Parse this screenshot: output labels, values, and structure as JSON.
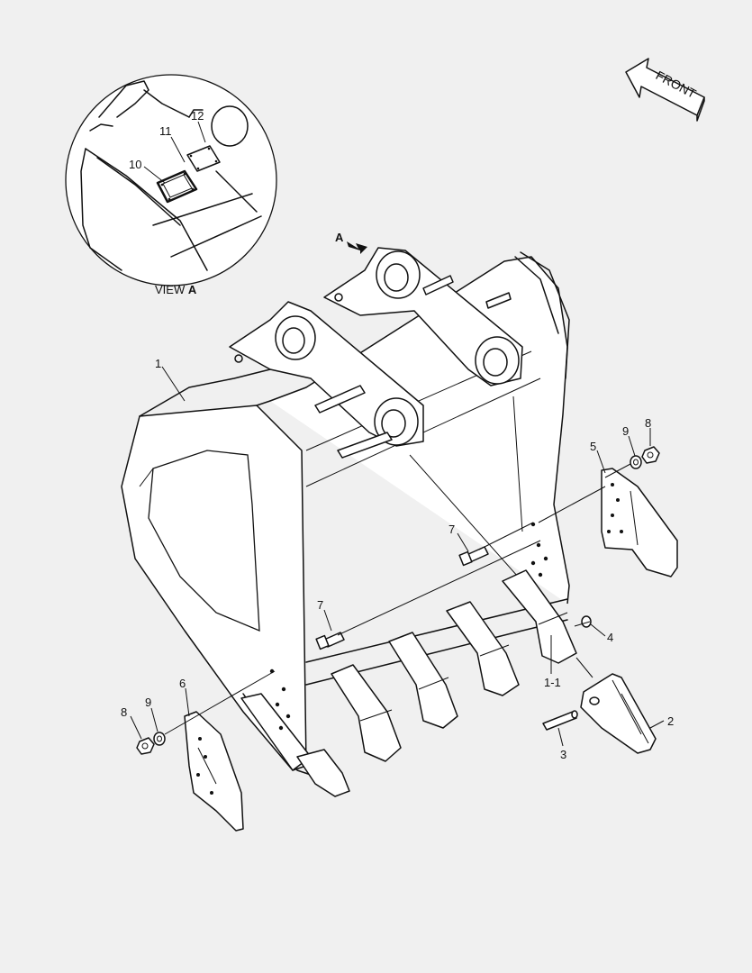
{
  "view_label": {
    "prefix": "VIEW ",
    "letter": "A"
  },
  "view_arrow_letter": "A",
  "front_label": "FRONT",
  "callouts": {
    "bucket": "1",
    "tooth_adapter": "1-1",
    "tooth_point": "2",
    "pin": "3",
    "lock": "4",
    "side_cutter_right": "5",
    "side_cutter_left": "6",
    "bolt_upper": "7",
    "bolt_lower": "7",
    "nut_right": "8",
    "washer_right": "9",
    "nut_left": "8",
    "washer_left": "9",
    "plate": "10",
    "screw": "11",
    "name_plate": "12"
  }
}
